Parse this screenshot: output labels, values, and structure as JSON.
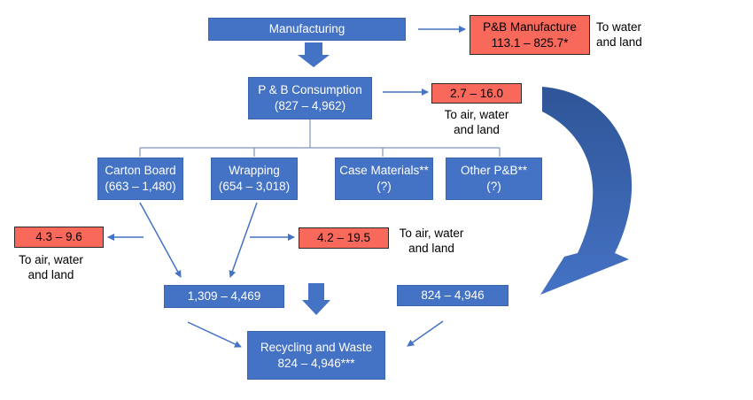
{
  "manufacturing": {
    "label": "Manufacturing"
  },
  "pb_manufacture": {
    "title": "P&B Manufacture",
    "value": "113.1 – 825.7*",
    "note_line1": "To water",
    "note_line2": "and land"
  },
  "consumption": {
    "title": "P & B Consumption",
    "value": "(827 – 4,962)"
  },
  "consumption_loss": {
    "value": "2.7 – 16.0",
    "note_line1": "To air, water",
    "note_line2": "and land"
  },
  "categories": [
    {
      "title": "Carton Board",
      "value": "(663 – 1,480)"
    },
    {
      "title": "Wrapping",
      "value": "(654 – 3,018)"
    },
    {
      "title": "Case Materials**",
      "value": "(?)"
    },
    {
      "title": "Other P&B**",
      "value": "(?)"
    }
  ],
  "carton_loss": {
    "value": "4.3 – 9.6",
    "note_line1": "To air, water",
    "note_line2": "and land"
  },
  "wrapping_loss": {
    "value": "4.2 – 19.5",
    "note_line1": "To air, water",
    "note_line2": "and land"
  },
  "combined": {
    "value": "1,309 – 4,469"
  },
  "other_flow": {
    "value": "824 – 4,946"
  },
  "recycling": {
    "title": "Recycling and Waste",
    "value": "824 – 4,946***"
  },
  "colors": {
    "box_blue": "#4472c4",
    "box_red": "#f8695c",
    "arrow": "#4472c4"
  }
}
